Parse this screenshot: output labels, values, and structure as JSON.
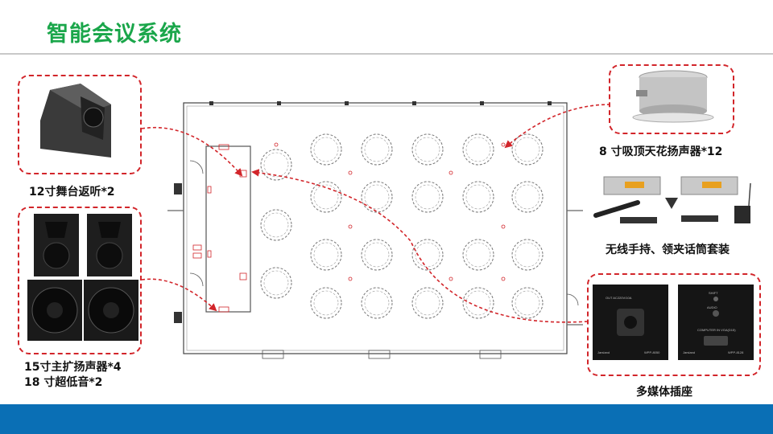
{
  "title": "智能会议系统",
  "labels": {
    "stage_monitor": "12寸舞台返听*2",
    "main_speakers": "15寸主扩扬声器*4",
    "subwoofer": "18 寸超低音*2",
    "ceiling_speaker": "8 寸吸顶天花扬声器*12",
    "wireless_mic": "无线手持、领夹话筒套装",
    "multimedia_socket": "多媒体插座"
  },
  "panel_text": {
    "left_panel_top": "OUT AC220V/10A",
    "left_panel_brand": "Jarsland",
    "left_panel_model": "WPP-8050",
    "right_panel_top": "SHIFT",
    "right_panel_audio": "AUDIO",
    "right_panel_vga": "COMPUTER IN VGA(D15)",
    "right_panel_brand": "Jarsland",
    "right_panel_model": "WPP-8128"
  },
  "colors": {
    "title_green": "#1aa64a",
    "dashed_red": "#d2252a",
    "footer_blue": "#0a6fb5"
  }
}
